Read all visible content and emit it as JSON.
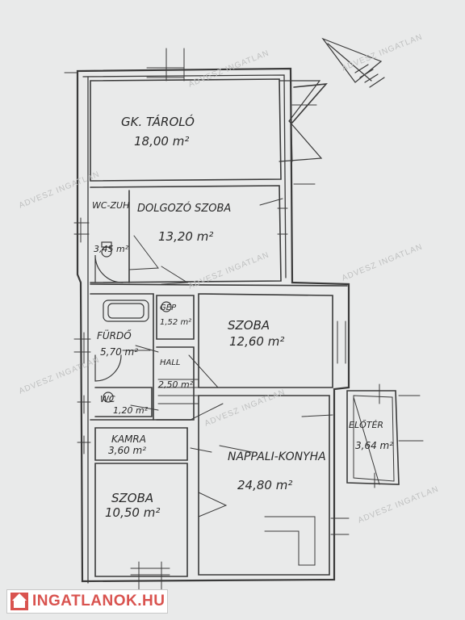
{
  "watermark": "ADVESZ INGATLAN",
  "brand": {
    "name": "INGATLANOK.HU",
    "color": "#d9534f"
  },
  "rooms": [
    {
      "id": "garage",
      "name": "GK. TÁROLÓ",
      "area": "18,00 m²"
    },
    {
      "id": "wc-zuhany",
      "name": "WC-ZUH",
      "area": "3,45 m²"
    },
    {
      "id": "dolgozo",
      "name": "DOLGOZÓ SZOBA",
      "area": "13,20 m²"
    },
    {
      "id": "furdo",
      "name": "FÜRDŐ",
      "area": "5,70 m²"
    },
    {
      "id": "gep",
      "name": "GÉP",
      "area": "1,52 m²"
    },
    {
      "id": "hall",
      "name": "HALL",
      "area": "2,50 m²"
    },
    {
      "id": "szoba-1",
      "name": "SZOBA",
      "area": "12,60 m²"
    },
    {
      "id": "wc",
      "name": "WC",
      "area": "1,20 m²"
    },
    {
      "id": "kamra",
      "name": "KAMRA",
      "area": "3,60 m²"
    },
    {
      "id": "nappali",
      "name": "NAPPALI-KONYHA",
      "area": "24,80 m²"
    },
    {
      "id": "szoba-2",
      "name": "SZOBA",
      "area": "10,50 m²"
    },
    {
      "id": "eloter",
      "name": "ELŐTÉR",
      "area": "3,64 m²"
    }
  ],
  "icons": [
    "north-arrow-icon",
    "bathtub-icon",
    "shower-icon",
    "toilet-icon",
    "stairs-icon"
  ]
}
